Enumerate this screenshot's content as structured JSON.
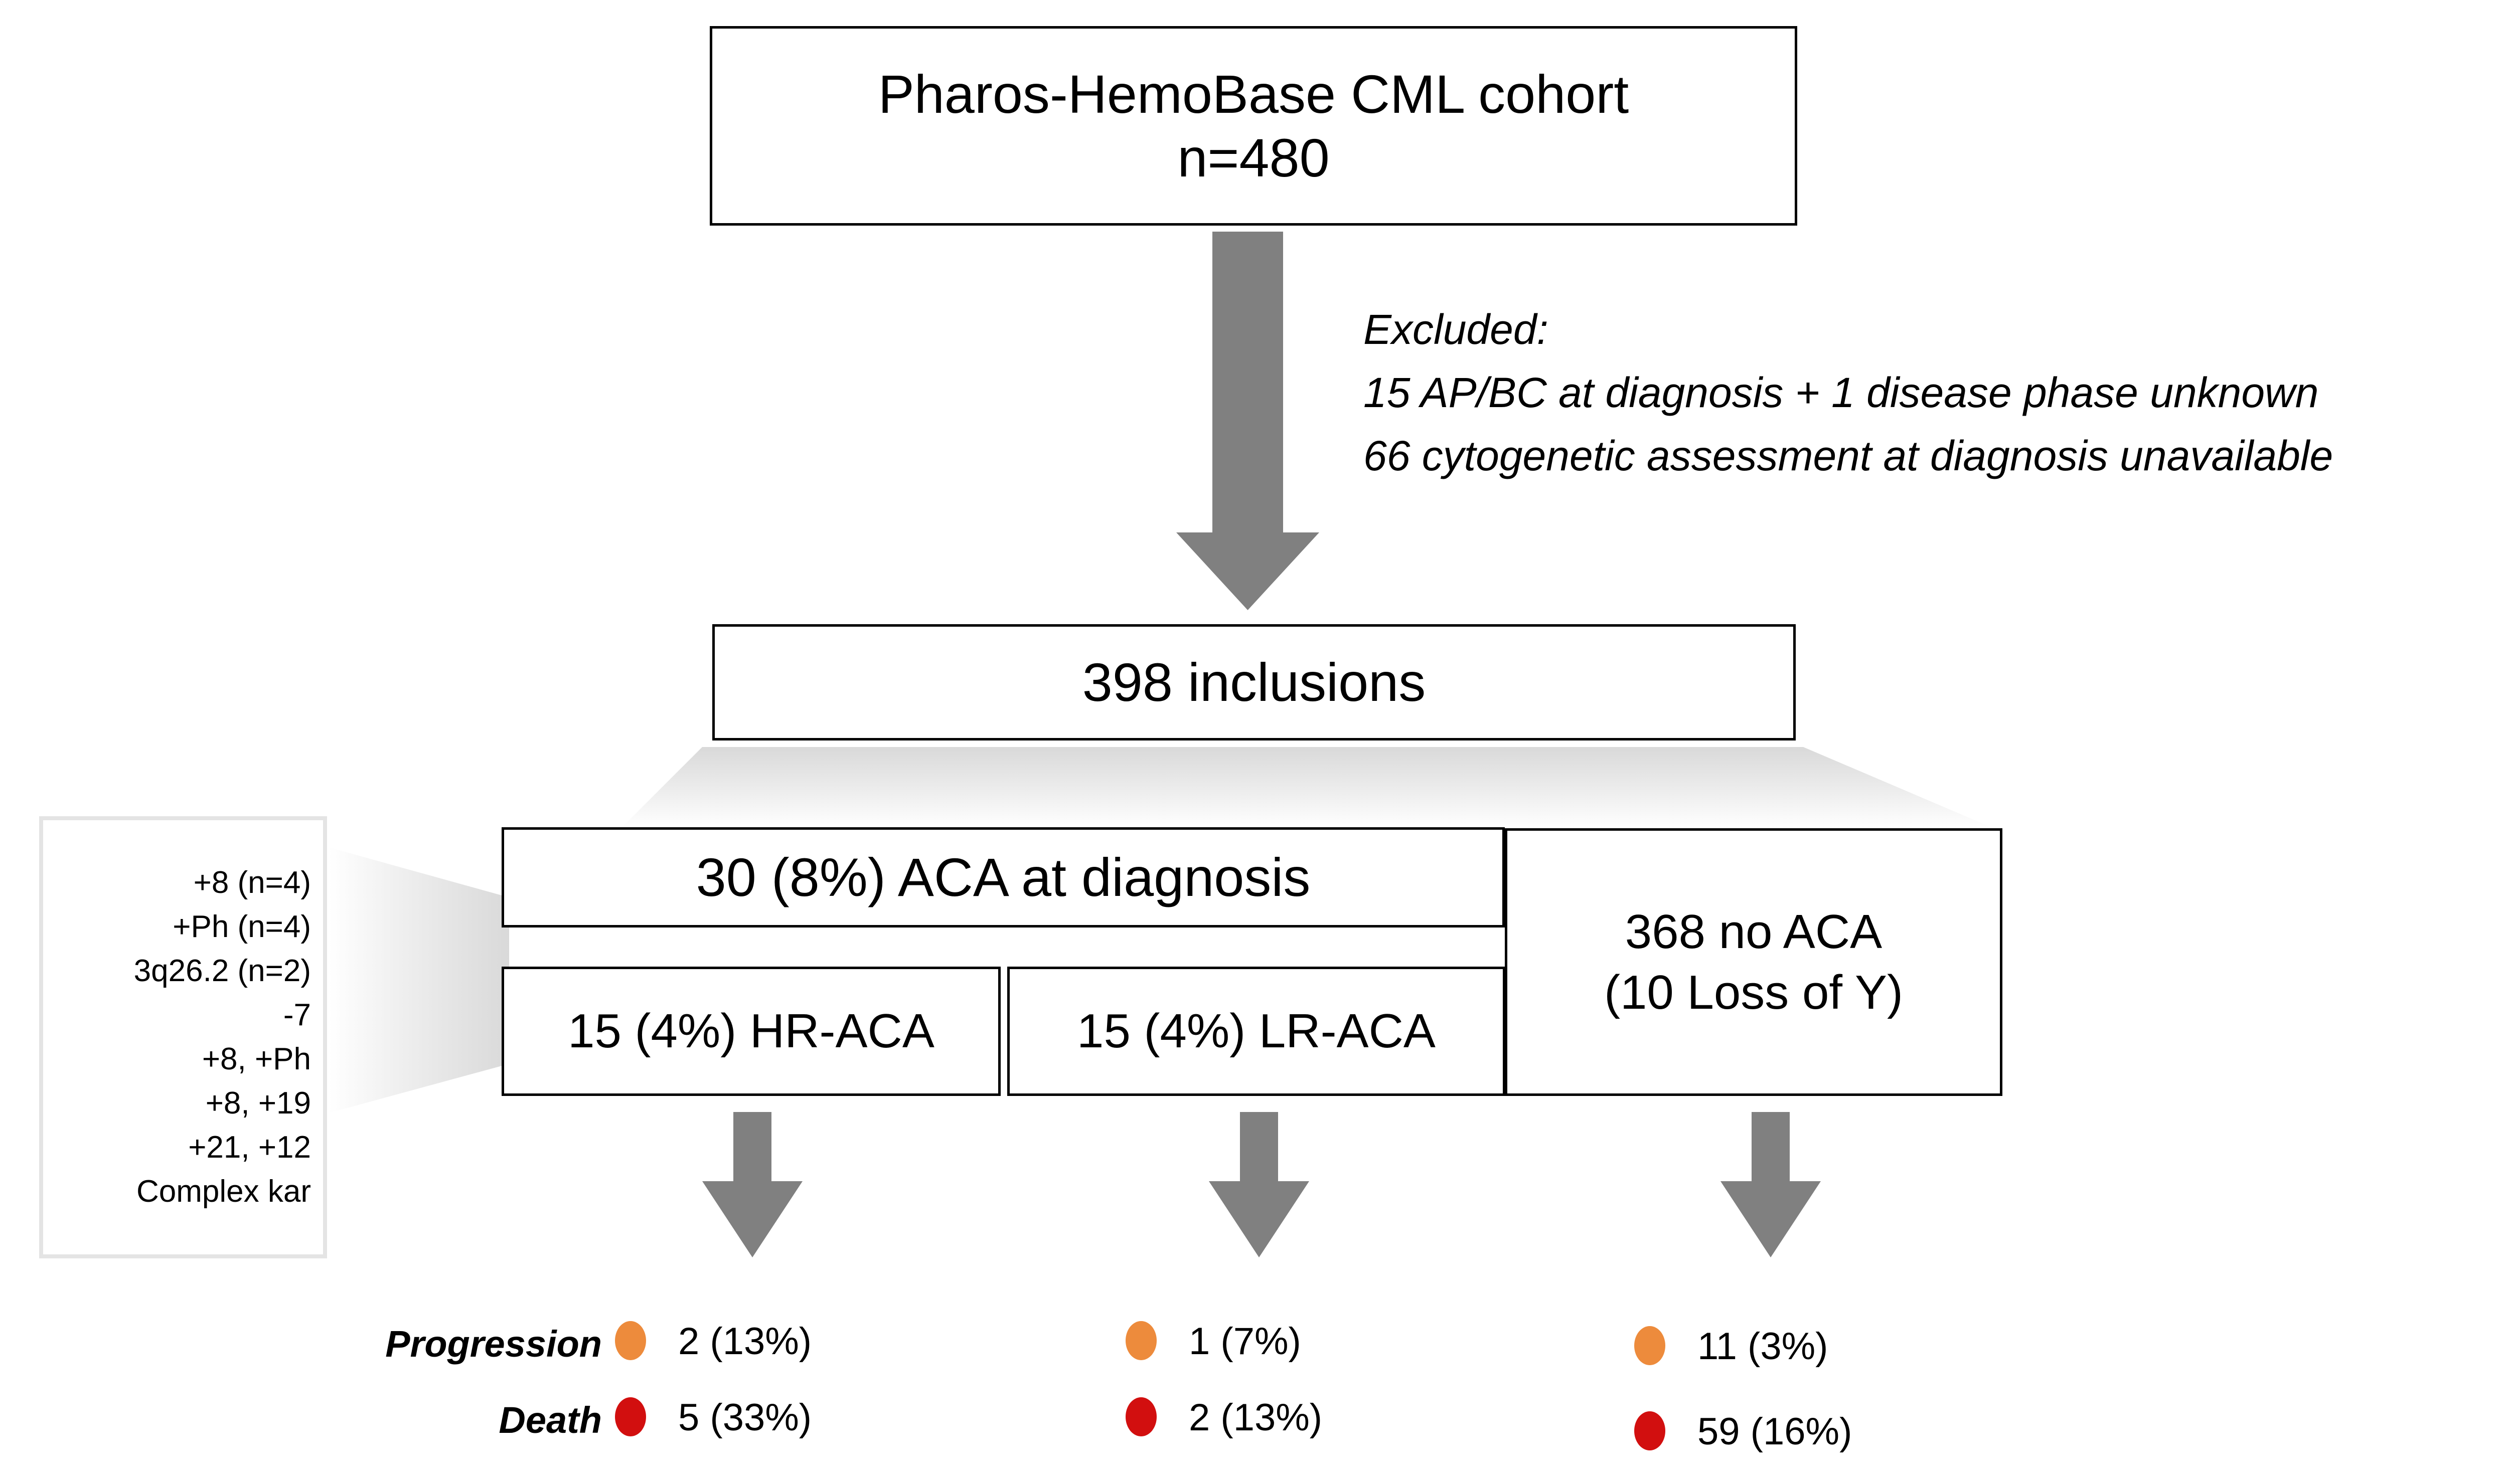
{
  "colors": {
    "arrow_gray": "#808080",
    "funnel_gray": "#D9D9D9",
    "box_border": "#000000",
    "panel_border": "#E4E4E4",
    "progression_dot": "#ED8B3C",
    "death_dot": "#D20F0F",
    "background": "#FFFFFF"
  },
  "cohort_box": {
    "line1": "Pharos-HemoBase CML cohort",
    "line2": "n=480"
  },
  "excluded_note": {
    "heading": "Excluded:",
    "line1": "15 AP/BC at diagnosis + 1 disease phase unknown",
    "line2": "66 cytogenetic assessment at diagnosis unavailable"
  },
  "inclusions_box": {
    "label": "398 inclusions"
  },
  "aca_box": {
    "label": "30 (8%) ACA at diagnosis"
  },
  "hr_box": {
    "label": "15 (4%) HR-ACA"
  },
  "lr_box": {
    "label": "15 (4%) LR-ACA"
  },
  "no_aca_box": {
    "line1": "368 no ACA",
    "line2": "(10 Loss of Y)"
  },
  "karyotype_panel": {
    "items": [
      "+8 (n=4)",
      "+Ph (n=4)",
      "3q26.2 (n=2)",
      "-7",
      "+8, +Ph",
      "+8, +19",
      "+21, +12",
      "Complex kar"
    ]
  },
  "outcomes": {
    "row_labels": {
      "progression": "Progression",
      "death": "Death"
    },
    "columns": [
      {
        "group": "HR-ACA",
        "progression": "2 (13%)",
        "death": "5 (33%)"
      },
      {
        "group": "LR-ACA",
        "progression": "1 (7%)",
        "death": "2 (13%)"
      },
      {
        "group": "no ACA",
        "progression": "11 (3%)",
        "death": "59 (16%)"
      }
    ]
  }
}
